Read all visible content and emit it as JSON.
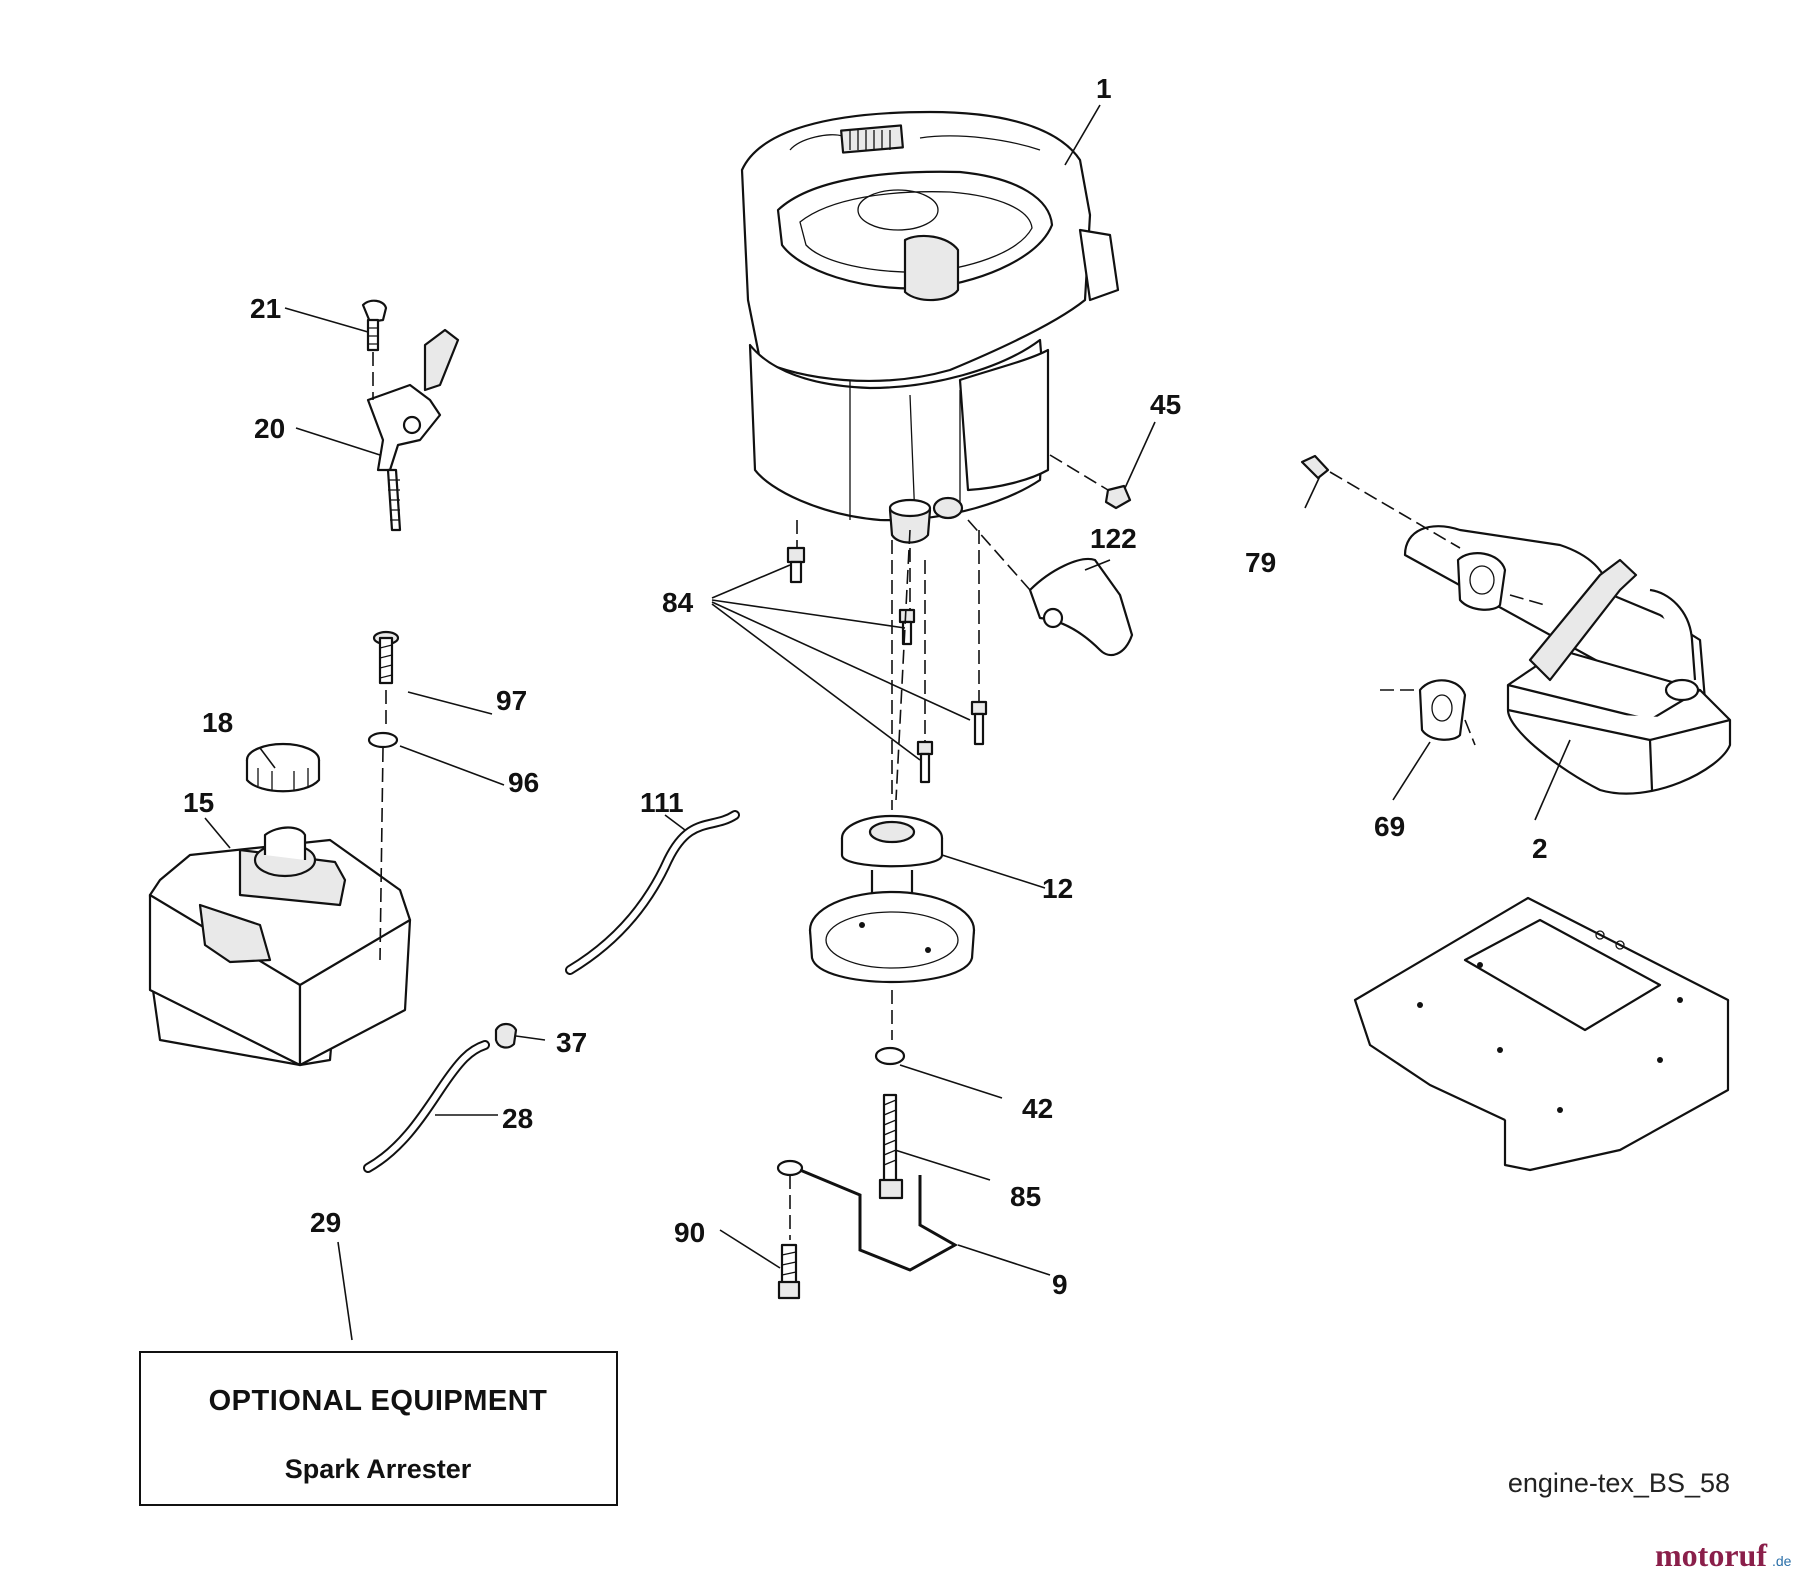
{
  "callouts": {
    "p1": "1",
    "p2": "2",
    "p9": "9",
    "p12": "12",
    "p15": "15",
    "p18": "18",
    "p20": "20",
    "p21": "21",
    "p28": "28",
    "p29": "29",
    "p37": "37",
    "p42": "42",
    "p45": "45",
    "p69": "69",
    "p79": "79",
    "p84": "84",
    "p85": "85",
    "p90": "90",
    "p96": "96",
    "p97": "97",
    "p111": "111",
    "p122": "122"
  },
  "optional_box": {
    "title": "OPTIONAL EQUIPMENT",
    "subtitle": "Spark Arrester"
  },
  "diagram_code": "engine-tex_BS_58",
  "watermark": {
    "text_main": "motoruf",
    "text_tld": ".de",
    "color_main": "#8a1f4a",
    "color_accent": "#2a6fa8"
  }
}
